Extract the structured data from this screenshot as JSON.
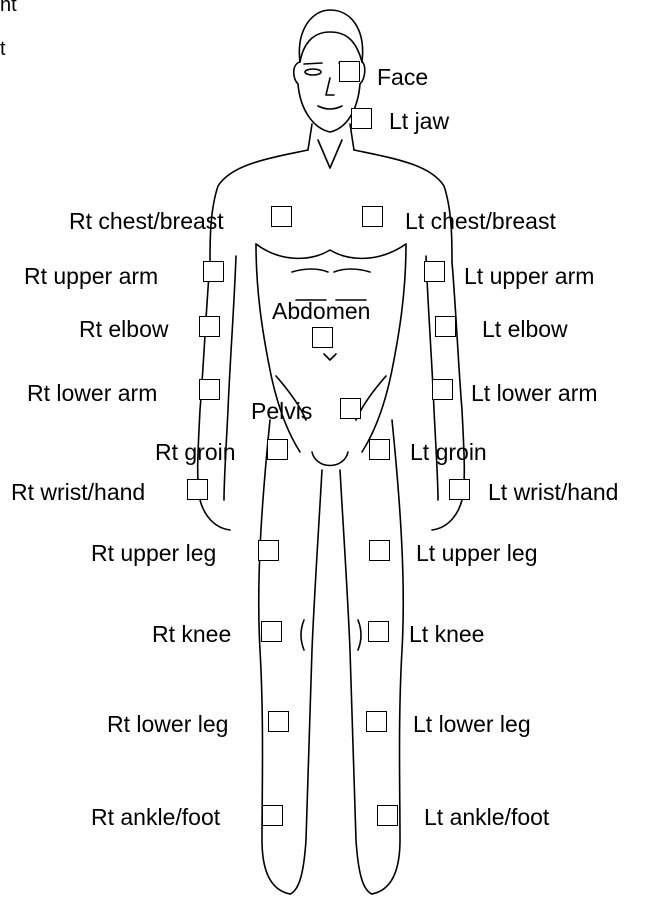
{
  "header_fragments": [
    "nt",
    "t"
  ],
  "labels": {
    "face": "Face",
    "lt_jaw": "Lt jaw",
    "rt_chest": "Rt chest/breast",
    "lt_chest": "Lt chest/breast",
    "rt_upper_arm": "Rt upper arm",
    "lt_upper_arm": "Lt upper arm",
    "abdomen": "Abdomen",
    "rt_elbow": "Rt elbow",
    "lt_elbow": "Lt elbow",
    "rt_lower_arm": "Rt lower arm",
    "lt_lower_arm": "Lt lower arm",
    "pelvis": "Pelvis",
    "rt_groin": "Rt groin",
    "lt_groin": "Lt groin",
    "rt_wrist_hand": "Rt wrist/hand",
    "lt_wrist_hand": "Lt wrist/hand",
    "rt_upper_leg": "Rt upper leg",
    "lt_upper_leg": "Lt upper leg",
    "rt_knee": "Rt knee",
    "lt_knee": "Lt knee",
    "rt_lower_leg": "Rt lower leg",
    "lt_lower_leg": "Lt lower leg",
    "rt_ankle_foot": "Rt ankle/foot",
    "lt_ankle_foot": "Lt ankle/foot"
  },
  "checkboxes": {
    "face": false,
    "lt_jaw": false,
    "rt_chest": false,
    "lt_chest": false,
    "rt_upper_arm": false,
    "lt_upper_arm": false,
    "abdomen": false,
    "rt_elbow": false,
    "lt_elbow": false,
    "rt_lower_arm": false,
    "lt_lower_arm": false,
    "pelvis": false,
    "rt_groin": false,
    "lt_groin": false,
    "rt_wrist_hand": false,
    "lt_wrist_hand": false,
    "rt_upper_leg": false,
    "lt_upper_leg": false,
    "rt_knee": false,
    "lt_knee": false,
    "rt_lower_leg": false,
    "lt_lower_leg": false,
    "rt_ankle_foot": false,
    "lt_ankle_foot": false
  }
}
